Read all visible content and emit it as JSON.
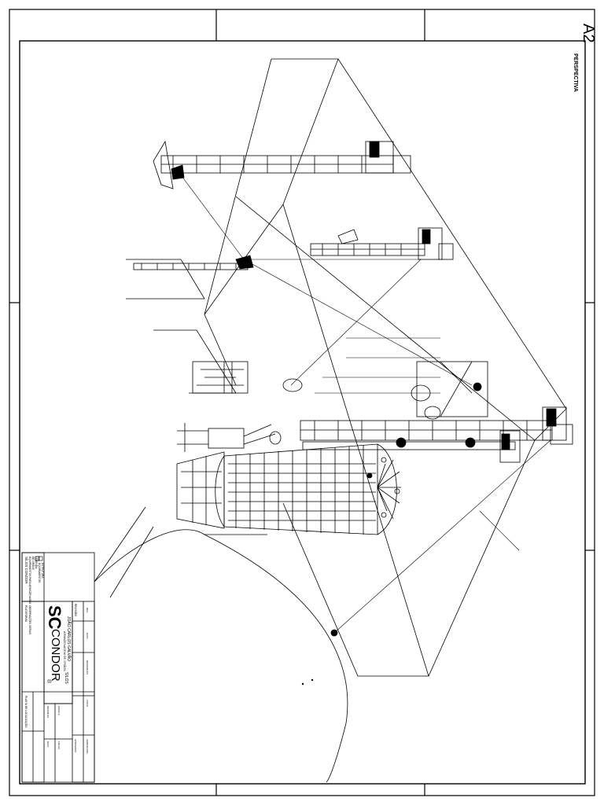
{
  "sheet": {
    "size_code": "A2",
    "view_label": "PERSPECTIVA"
  },
  "title_block": {
    "brand": "CONDOR",
    "brand_monogram": "SC",
    "brand_tagline": "SILOS",
    "brand_subtitle": "ARMAZENAGEM DE GRÃOS",
    "registered_mark": "®",
    "client_name": "JOÃO CARLOS GALVÃO",
    "notes_header": "SILOS CONDOR",
    "notes_lines": [
      "EQUIPAMENTOS PARA ARMAZENAGEM",
      "DE GRÃOS",
      "LEGENDA:",
      "EQUIPAMENTOS",
      "ESTRUTURA",
      "PLATAFORMA",
      "OBSERVAÇÕES GERAIS"
    ],
    "revisions_header": "REVISÕES",
    "revision_columns": [
      "REV.",
      "DATA",
      "DESCRIÇÃO",
      "VISTO"
    ],
    "fields": [
      {
        "label": "DESENHO",
        "value": ""
      },
      {
        "label": "ESCALA",
        "value": ""
      },
      {
        "label": "DATA",
        "value": ""
      },
      {
        "label": "FOLHA",
        "value": ""
      },
      {
        "label": "APROVADO",
        "value": ""
      },
      {
        "label": "VERIFICADO",
        "value": ""
      }
    ],
    "footer_text": "PLANTA DE LOCALIZAÇÃO"
  },
  "colors": {
    "line": "#000000",
    "paper": "#ffffff"
  }
}
